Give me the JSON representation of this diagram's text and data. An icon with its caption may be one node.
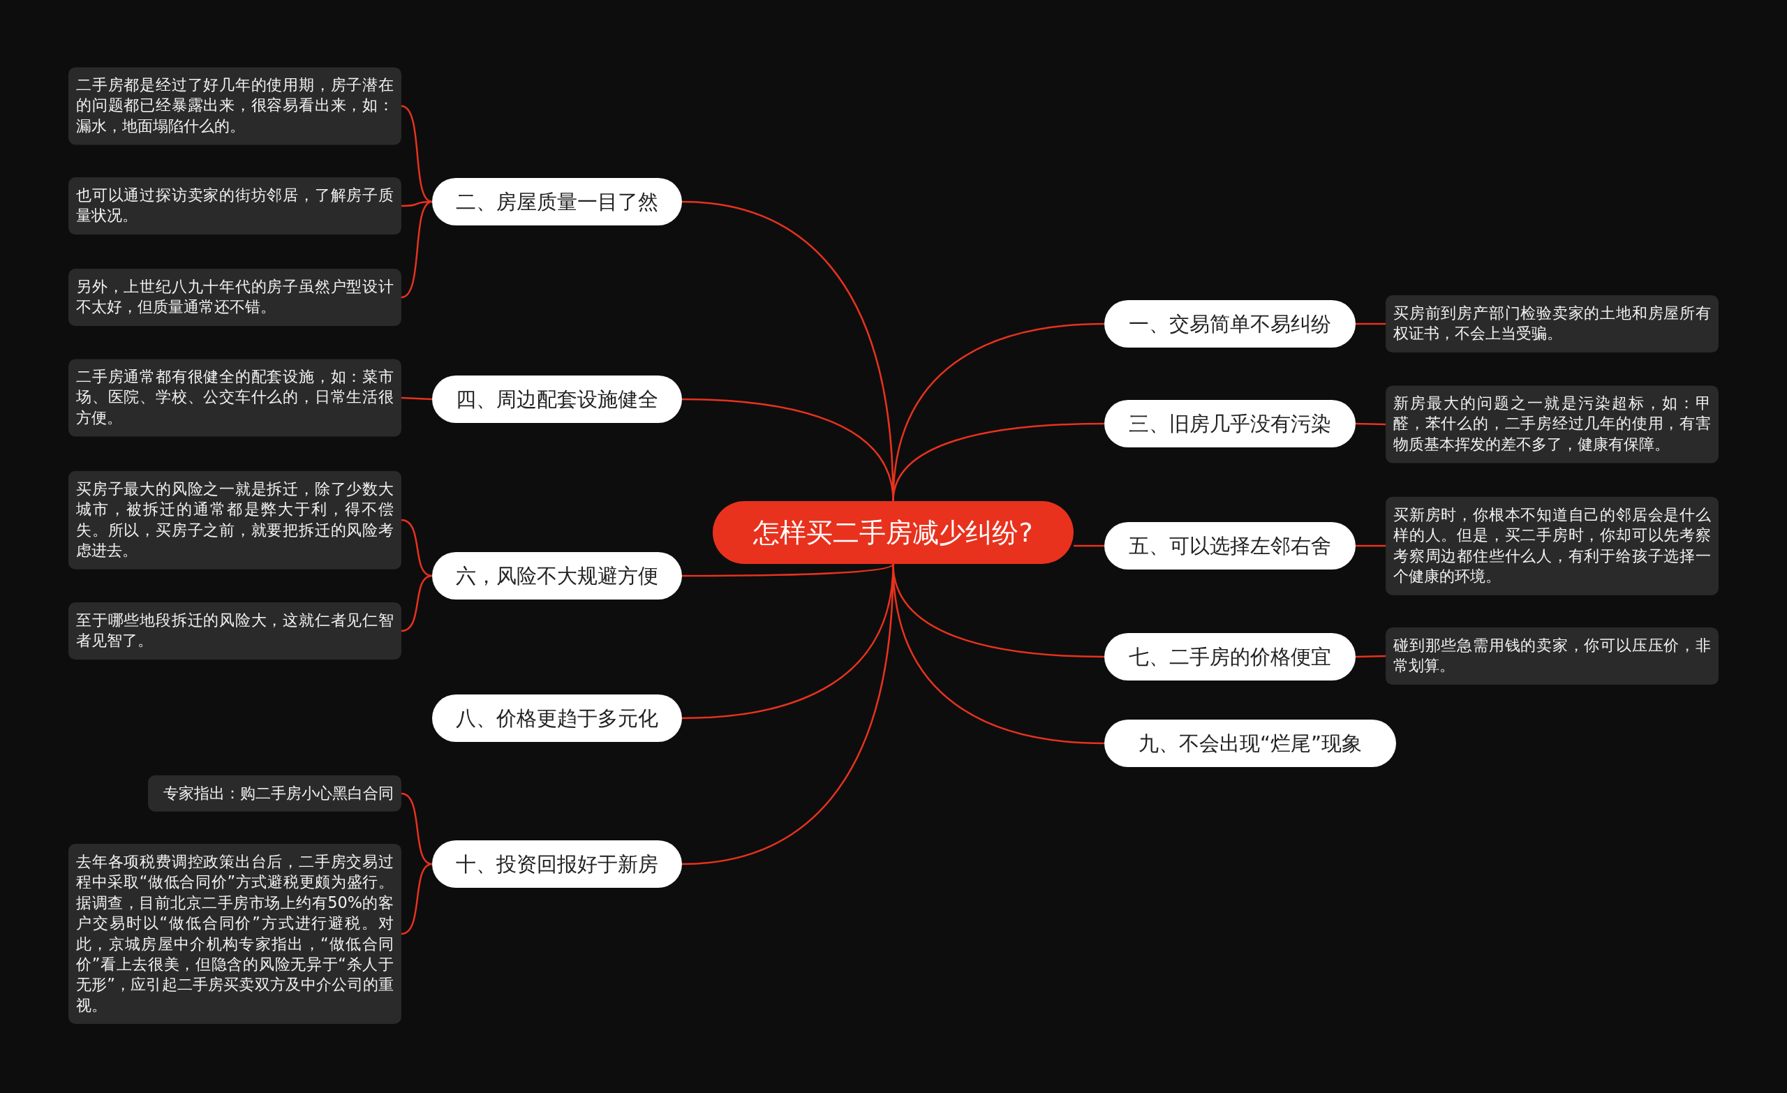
{
  "diagram": {
    "nodes": [
      {
        "text": [
          "怎样买二手房减少纠纷?"
        ]
      },
      {
        "text": [
          "二、房屋质量一目了然"
        ]
      },
      {
        "text": [
          "二手房都是经过了好几年的使用期，房子潜在的问题都已经暴露出来，很容易看出来，如：漏水，地面塌陷什么的。"
        ]
      },
      {
        "text": [
          "也可以通过探访卖家的街坊邻居，了解房子质量状况。"
        ]
      },
      {
        "text": [
          "另外，上世纪八九十年代的房子虽然户型设计不太好，但质量通常还不错。"
        ]
      },
      {
        "text": [
          "四、周边配套设施健全"
        ]
      },
      {
        "text": [
          "二手房通常都有很健全的配套设施，如：菜市场、医院、学校、公交车什么的，日常生活很方便。"
        ]
      },
      {
        "text": [
          "六，风险不大规避方便"
        ]
      },
      {
        "text": [
          "买房子最大的风险之一就是拆迁，除了少数大城市，被拆迁的通常都是弊大于利，得不偿失。所以，买房子之前，就要把拆迁的风险考虑进去。"
        ]
      },
      {
        "text": [
          "至于哪些地段拆迁的风险大，这就仁者见仁智者见智了。"
        ]
      },
      {
        "text": [
          "八、价格更趋于多元化"
        ]
      },
      {
        "text": [
          "十、投资回报好于新房"
        ]
      },
      {
        "text": [
          "专家指出：购二手房小心黑白合同"
        ]
      },
      {
        "text": [
          "去年各项税费调控政策出台后，二手房交易过程中采取“做低合同价”方式避税更颇为盛行。据调查，目前北京二手房市场上约有50%的客户交易时以“做低合同价”方式进行避税。对此，京城房屋中介机构专家指出，“做低合同价”看上去很美，但隐含的风险无异于“杀人于无形”，应引起二手房买卖双方及中介公司的重视。"
        ]
      },
      {
        "text": [
          "一、交易简单不易纠纷"
        ]
      },
      {
        "text": [
          "买房前到房产部门检验卖家的土地和房屋所有权证书，不会上当受骗。"
        ]
      },
      {
        "text": [
          "三、旧房几乎没有污染"
        ]
      },
      {
        "text": [
          "新房最大的问题之一就是污染超标，如：甲醛，苯什么的，二手房经过几年的使用，有害物质基本挥发的差不多了，健康有保障。"
        ]
      },
      {
        "text": [
          "五、可以选择左邻右舍"
        ]
      },
      {
        "text": [
          "买新房时，你根本不知道自己的邻居会是什么样的人。但是，买二手房时，你却可以先考察考察周边都住些什么人，有利于给孩子选择一个健康的环境。"
        ]
      },
      {
        "text": [
          "七、二手房的价格便宜"
        ]
      },
      {
        "text": [
          "碰到那些急需用钱的卖家，你可以压压价，非常划算。"
        ]
      },
      {
        "text": [
          "九、不会出现“烂尾”现象"
        ]
      }
    ],
    "edges": [
      {
        "from": 0,
        "to": 1,
        "arrow": "none"
      },
      {
        "from": 1,
        "to": 2,
        "arrow": "none"
      },
      {
        "from": 1,
        "to": 3,
        "arrow": "none"
      },
      {
        "from": 1,
        "to": 4,
        "arrow": "none"
      },
      {
        "from": 0,
        "to": 5,
        "arrow": "none"
      },
      {
        "from": 5,
        "to": 6,
        "arrow": "none"
      },
      {
        "from": 0,
        "to": 7,
        "arrow": "none"
      },
      {
        "from": 7,
        "to": 8,
        "arrow": "none"
      },
      {
        "from": 7,
        "to": 9,
        "arrow": "none"
      },
      {
        "from": 0,
        "to": 10,
        "arrow": "none"
      },
      {
        "from": 0,
        "to": 11,
        "arrow": "none"
      },
      {
        "from": 11,
        "to": 12,
        "arrow": "none"
      },
      {
        "from": 11,
        "to": 13,
        "arrow": "none"
      },
      {
        "from": 0,
        "to": 14,
        "arrow": "none"
      },
      {
        "from": 14,
        "to": 15,
        "arrow": "none"
      },
      {
        "from": 0,
        "to": 16,
        "arrow": "none"
      },
      {
        "from": 16,
        "to": 17,
        "arrow": "none"
      },
      {
        "from": 0,
        "to": 18,
        "arrow": "none"
      },
      {
        "from": 18,
        "to": 19,
        "arrow": "none"
      },
      {
        "from": 0,
        "to": 20,
        "arrow": "none"
      },
      {
        "from": 20,
        "to": 21,
        "arrow": "none"
      },
      {
        "from": 0,
        "to": 22,
        "arrow": "none"
      }
    ]
  }
}
